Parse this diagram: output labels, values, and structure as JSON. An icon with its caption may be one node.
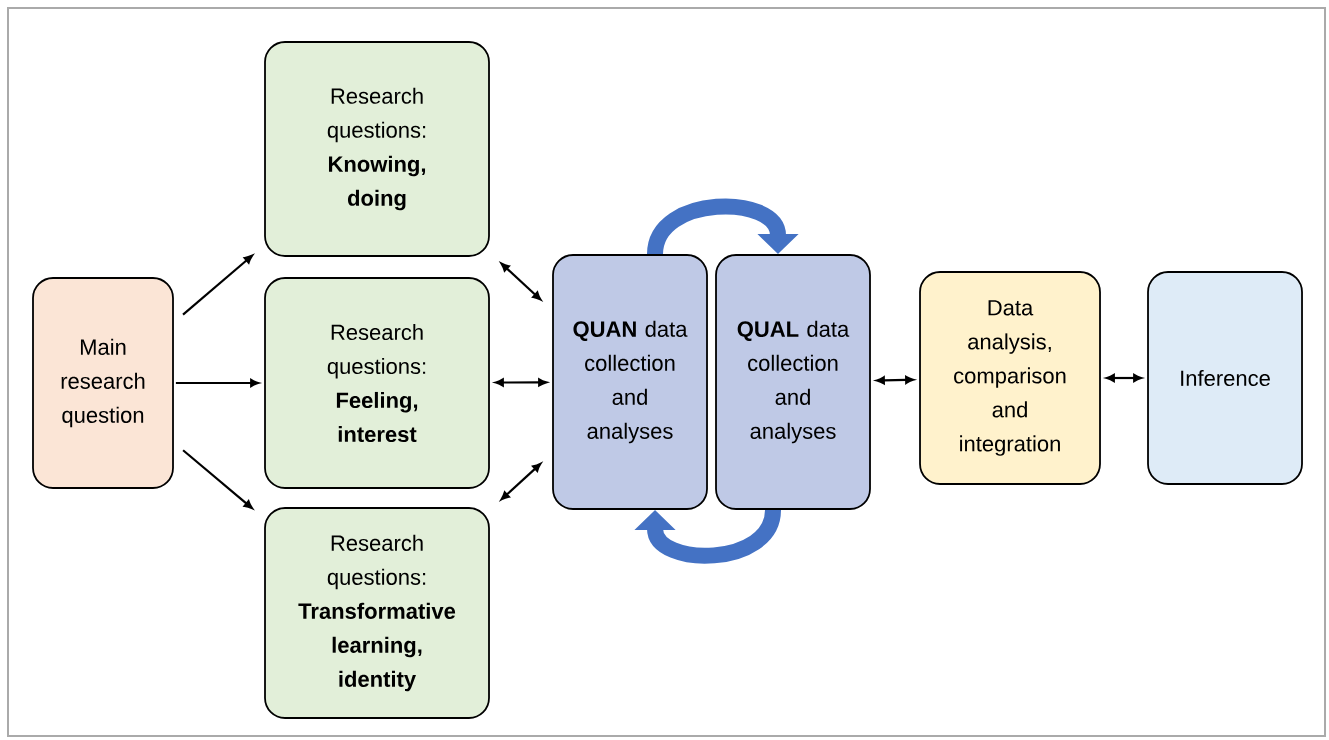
{
  "diagram": {
    "nodes": [
      {
        "text": [
          "Main research question"
        ]
      },
      {
        "text": [
          "Research questions:",
          "Knowing, doing"
        ]
      },
      {
        "text": [
          "Research questions:",
          "Feeling, interest"
        ]
      },
      {
        "text": [
          "Research questions:",
          "Transformative learning, identity"
        ]
      },
      {
        "text": [
          "**QUAN** data collection and analyses"
        ]
      },
      {
        "text": [
          "**QUAL** data collection and analyses"
        ]
      },
      {
        "text": [
          "Data analysis, comparison and integration"
        ]
      },
      {
        "text": [
          "Inference"
        ]
      }
    ],
    "edges": [
      {
        "from": 0,
        "to": 1,
        "arrow": "to"
      },
      {
        "from": 0,
        "to": 2,
        "arrow": "to"
      },
      {
        "from": 0,
        "to": 3,
        "arrow": "to"
      },
      {
        "from": 1,
        "to": 4,
        "arrow": "both"
      },
      {
        "from": 2,
        "to": 4,
        "arrow": "both"
      },
      {
        "from": 3,
        "to": 4,
        "arrow": "both"
      },
      {
        "from": 4,
        "to": 5,
        "arrow": "to",
        "style": "thick",
        "color": "#4472c4"
      },
      {
        "from": 5,
        "to": 4,
        "arrow": "to",
        "style": "thick",
        "color": "#4472c4"
      },
      {
        "from": 5,
        "to": 6,
        "arrow": "both"
      },
      {
        "from": 6,
        "to": 7,
        "arrow": "both"
      }
    ]
  }
}
